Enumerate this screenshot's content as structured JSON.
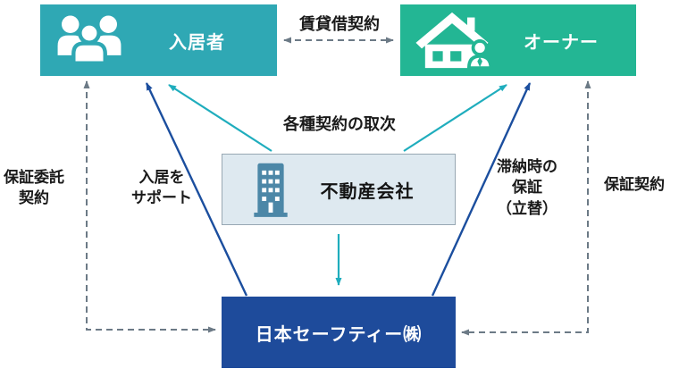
{
  "diagram": {
    "boxes": {
      "tenant": {
        "label": "入居者",
        "icon": "people-icon"
      },
      "owner": {
        "label": "オーナー",
        "icon": "house-icon"
      },
      "agency": {
        "label": "不動産会社",
        "icon": "building-icon"
      },
      "guarantor": {
        "label": "日本セーフティー㈱"
      }
    },
    "labels": {
      "lease": "賃貸借契約",
      "brokerage": "各種契約の取次",
      "consignment": "保証委託\n契約",
      "support": "入居を\nサポート",
      "delinquency": "滞納時の\n保証\n（立替）",
      "guarantee": "保証契約"
    },
    "colors": {
      "tenant_bg": "#2FA8B4",
      "owner_bg": "#23B694",
      "agency_bg": "#DEE9F0",
      "agency_border": "#98A8B3",
      "agency_icon": "#4C87A7",
      "guarantor_bg": "#1E4B9B",
      "arrow_teal": "#1FADBD",
      "arrow_navy": "#1B4E9E",
      "arrow_gray": "#6C7A86",
      "label_text": "#1A1A1A"
    }
  }
}
